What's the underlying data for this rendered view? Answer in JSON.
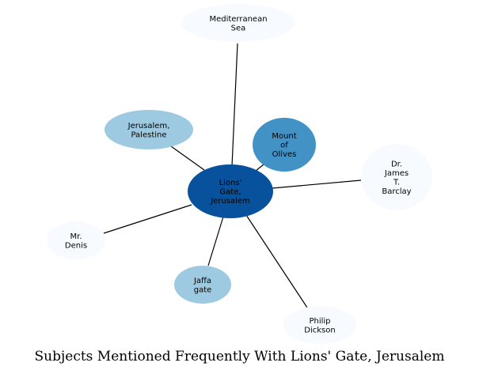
{
  "title": "Subjects Mentioned Frequently With Lions' Gate, Jerusalem",
  "center": {
    "id": "center",
    "lines": [
      "Lions'",
      "Gate,",
      "Jerusalem"
    ],
    "color": "#08519c"
  },
  "nodes": [
    {
      "id": "mediterranean",
      "lines": [
        "Mediterranean",
        "Sea"
      ],
      "color": "#f7fbff"
    },
    {
      "id": "jerusalem-palestine",
      "lines": [
        "Jerusalem,",
        "Palestine"
      ],
      "color": "#9ecae1"
    },
    {
      "id": "mount-of-olives",
      "lines": [
        "Mount",
        "of",
        "Olives"
      ],
      "color": "#4292c6"
    },
    {
      "id": "james-barclay",
      "lines": [
        "Dr.",
        "James",
        "T.",
        "Barclay"
      ],
      "color": "#f7fbff"
    },
    {
      "id": "mr-denis",
      "lines": [
        "Mr.",
        "Denis"
      ],
      "color": "#f7fbff"
    },
    {
      "id": "jaffa-gate",
      "lines": [
        "Jaffa",
        "gate"
      ],
      "color": "#9ecae1"
    },
    {
      "id": "philip-dickson",
      "lines": [
        "Philip",
        "Dickson"
      ],
      "color": "#f7fbff"
    }
  ]
}
